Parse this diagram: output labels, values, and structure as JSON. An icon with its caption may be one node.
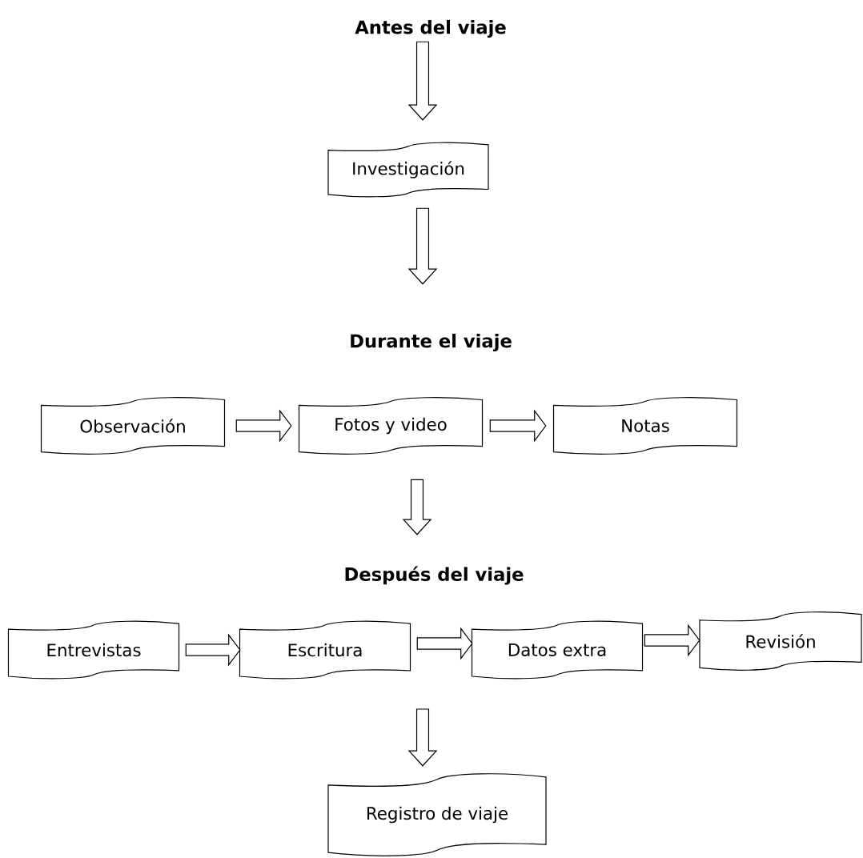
{
  "diagram": {
    "nodes": [
      {
        "text": [
          "Antes del viaje"
        ]
      },
      {
        "text": [
          "Investigación"
        ]
      },
      {
        "text": [
          "Durante el viaje"
        ]
      },
      {
        "text": [
          "Observación"
        ]
      },
      {
        "text": [
          "Fotos y video"
        ]
      },
      {
        "text": [
          "Notas"
        ]
      },
      {
        "text": [
          "Después del viaje"
        ]
      },
      {
        "text": [
          "Entrevistas"
        ]
      },
      {
        "text": [
          "Escritura"
        ]
      },
      {
        "text": [
          "Datos extra"
        ]
      },
      {
        "text": [
          "Revisión"
        ]
      },
      {
        "text": [
          "Registro de viaje"
        ]
      }
    ],
    "edges": [
      {
        "from": 0,
        "to": 1,
        "arrow": "to"
      },
      {
        "from": 1,
        "to": 2,
        "arrow": "to"
      },
      {
        "from": 3,
        "to": 4,
        "arrow": "to"
      },
      {
        "from": 4,
        "to": 5,
        "arrow": "to"
      },
      {
        "from": 4,
        "to": 6,
        "arrow": "to"
      },
      {
        "from": 7,
        "to": 8,
        "arrow": "to"
      },
      {
        "from": 8,
        "to": 9,
        "arrow": "to"
      },
      {
        "from": 9,
        "to": 10,
        "arrow": "to"
      },
      {
        "from": null,
        "to": 11,
        "arrow": "to"
      }
    ]
  }
}
